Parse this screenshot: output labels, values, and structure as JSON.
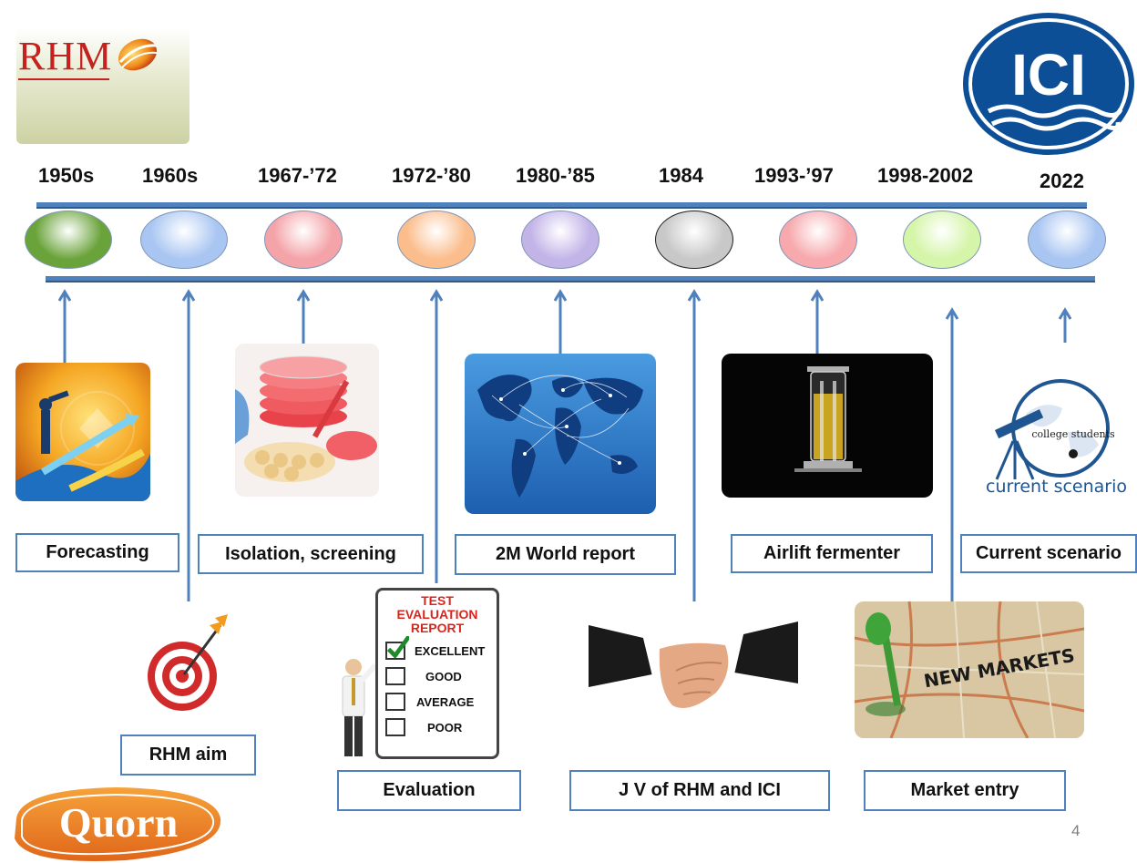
{
  "logos": {
    "rhm": "RHM",
    "ici": "ICI",
    "quorn": "Quorn"
  },
  "timeline": {
    "years": [
      "1950s",
      "1960s",
      "1967-’72",
      "1972-’80",
      "1980-’85",
      "1984",
      "1993-’97",
      "1998-2002",
      "2022"
    ],
    "oval_colors": [
      "#6aa33a",
      "#a9c6f2",
      "#f4a3a8",
      "#fbbd8c",
      "#c3b4e8",
      "#c8c8c8",
      "#f7a9ad",
      "#d5f5a9",
      "#a9c6f2"
    ]
  },
  "labels": {
    "forecasting": "Forecasting",
    "isolation": "Isolation, screening",
    "world_report": "2M World report",
    "airlift": "Airlift fermenter",
    "current": "Current scenario",
    "rhm_aim": "RHM aim",
    "evaluation": "Evaluation",
    "jv": "J V of RHM and ICI",
    "market": "Market entry"
  },
  "report": {
    "title_1": "TEST",
    "title_2": "EVALUATION",
    "title_3": "REPORT",
    "rows": [
      "EXCELLENT",
      "GOOD",
      "AVERAGE",
      "POOR"
    ]
  },
  "images": {
    "market_sign": "NEW MARKETS",
    "current_sign_1": "college students",
    "current_sign_2": "current scenario"
  },
  "page_number": "4"
}
